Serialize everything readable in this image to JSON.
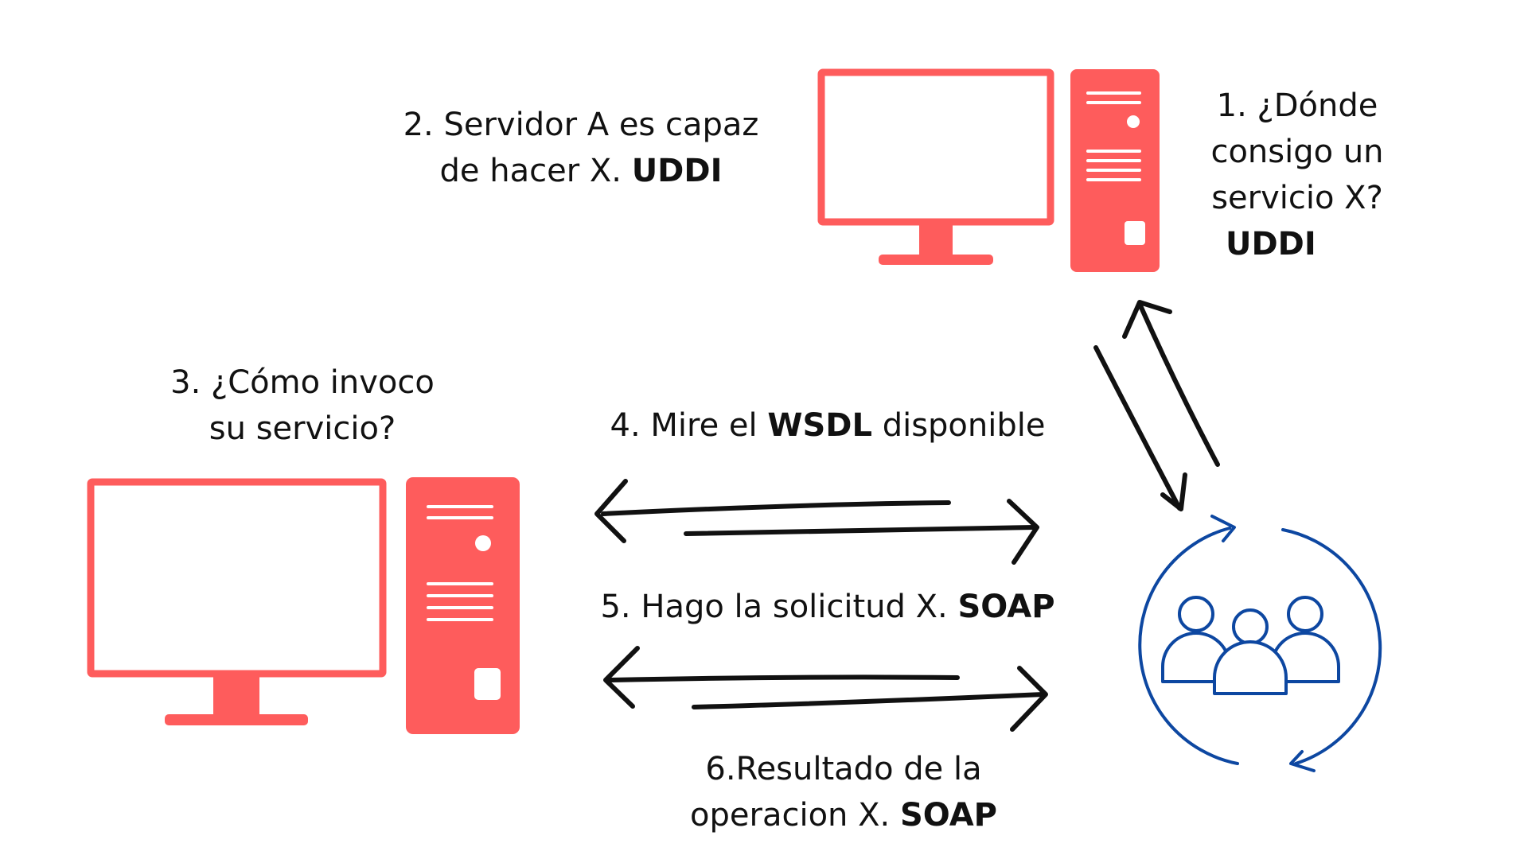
{
  "colors": {
    "computer": "#fe5c5c",
    "service": "#0d47a1",
    "arrow": "#111111",
    "text": "#111111"
  },
  "steps": {
    "step1": {
      "line1": "1. ¿Dónde",
      "line2": "consigo un",
      "line3": "servicio X?",
      "bold": "UDDI"
    },
    "step2": {
      "line1": "2. Servidor A es capaz",
      "line2": "de hacer X.",
      "bold": "UDDI"
    },
    "step3": {
      "line1": "3. ¿Cómo invoco",
      "line2": "su servicio?"
    },
    "step4": {
      "prefix": "4. Mire el",
      "bold": "WSDL",
      "suffix": "disponible"
    },
    "step5": {
      "prefix": "5. Hago la solicitud X.",
      "bold": "SOAP"
    },
    "step6": {
      "line1": "6.Resultado de la",
      "line2": "operacion X.",
      "bold": "SOAP"
    }
  },
  "icons": {
    "uddi_computer": "desktop-computer-icon",
    "client_computer": "desktop-computer-icon",
    "service_provider": "group-cycle-icon"
  }
}
